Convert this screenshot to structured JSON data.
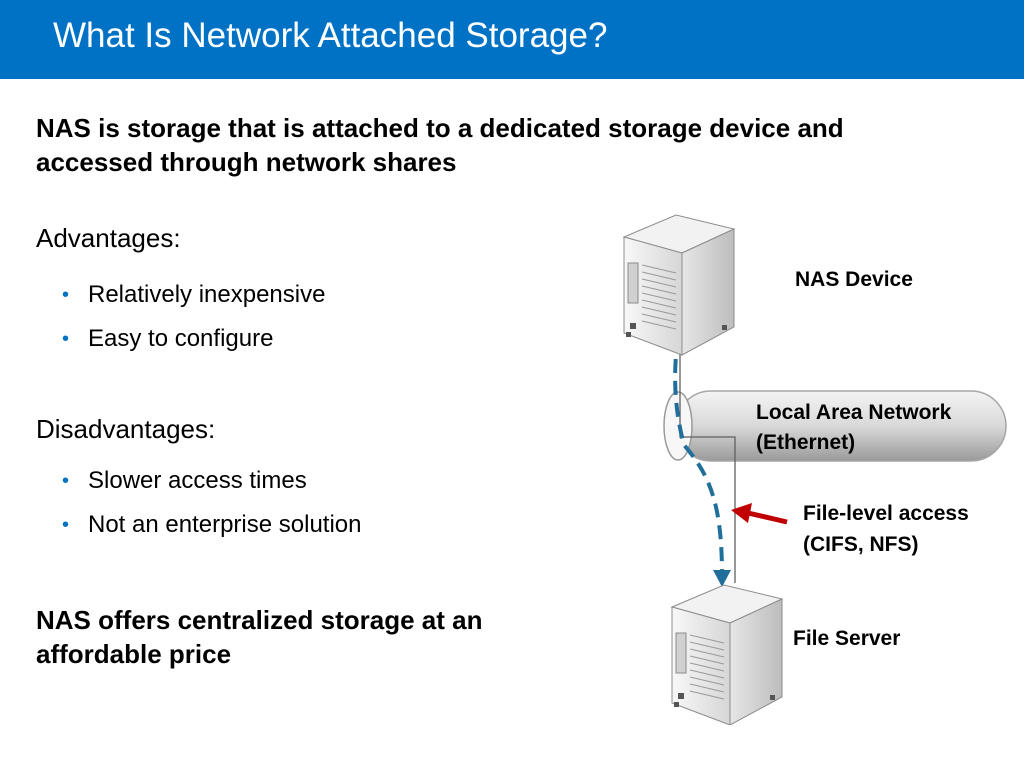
{
  "slide": {
    "title": "What Is Network Attached Storage?",
    "heading": "NAS is storage that is attached to a dedicated storage device and accessed through network shares",
    "advantages": {
      "label": "Advantages:",
      "items": [
        "Relatively inexpensive",
        "Easy to configure"
      ]
    },
    "disadvantages": {
      "label": "Disadvantages:",
      "items": [
        "Slower access times",
        "Not an enterprise solution"
      ]
    },
    "footer": "NAS offers centralized storage at an affordable price",
    "bullet_glyph": "•"
  },
  "diagram": {
    "nas_device": "NAS Device",
    "lan_line1": "Local Area Network",
    "lan_line2": "(Ethernet)",
    "access_line1": "File-level access",
    "access_line2": "(CIFS, NFS)",
    "file_server": "File Server"
  },
  "colors": {
    "title_bar": "#0072c6",
    "bullet": "#0072c6",
    "dashed_path": "#1f6f9a",
    "arrow": "#c00000"
  },
  "icons": [
    "server-icon",
    "network-pipe",
    "arrow-icon"
  ]
}
